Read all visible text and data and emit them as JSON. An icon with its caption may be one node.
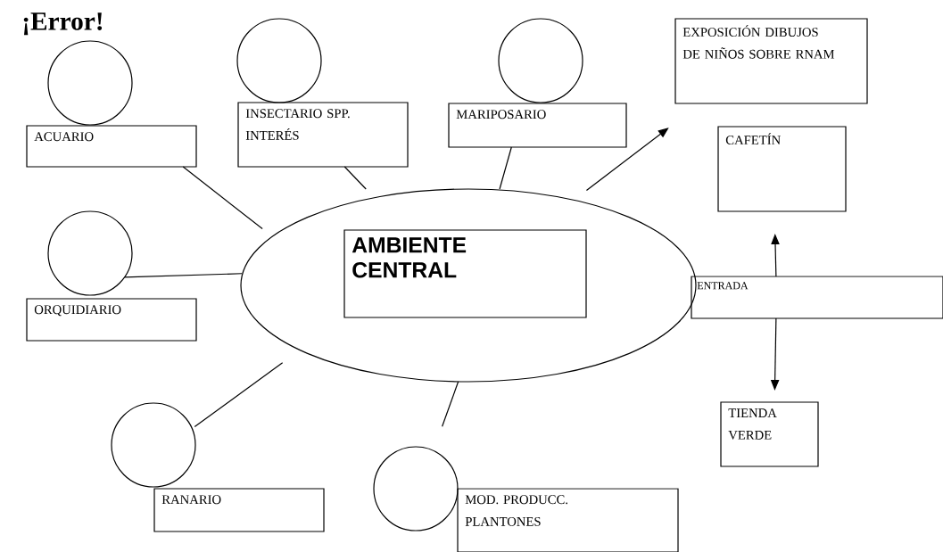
{
  "diagram": {
    "title": "¡Error!",
    "nodes": [
      {
        "text": [],
        "shape": "circle"
      },
      {
        "text": [],
        "shape": "circle"
      },
      {
        "text": [],
        "shape": "circle"
      },
      {
        "text": [
          "ACUARIO"
        ]
      },
      {
        "text": [
          "INSECTARIO SPP. INTERÉS"
        ]
      },
      {
        "text": [
          "MARIPOSARIO"
        ]
      },
      {
        "text": [
          "EXPOSICIÓN DIBUJOS DE NIÑOS SOBRE RNAM"
        ]
      },
      {
        "text": [
          "CAFETÍN"
        ]
      },
      {
        "text": [],
        "shape": "ellipse"
      },
      {
        "text": [
          "AMBIENTE CENTRAL"
        ],
        "in": 8
      },
      {
        "text": [],
        "shape": "circle"
      },
      {
        "text": [
          "ORQUIDIARIO"
        ]
      },
      {
        "text": [
          "ENTRADA"
        ]
      },
      {
        "text": [
          "TIENDA VERDE"
        ]
      },
      {
        "text": [],
        "shape": "circle"
      },
      {
        "text": [],
        "shape": "circle"
      },
      {
        "text": [
          "RANARIO"
        ]
      },
      {
        "text": [
          "MOD. PRODUCC. PLANTONES"
        ]
      }
    ],
    "edges": [
      {
        "from": 3,
        "to": 8,
        "arrow": "none"
      },
      {
        "from": 4,
        "to": 8,
        "arrow": "none"
      },
      {
        "from": 5,
        "to": 8,
        "arrow": "none"
      },
      {
        "from": 8,
        "to": 6,
        "arrow": "to"
      },
      {
        "from": 10,
        "to": 8,
        "arrow": "none"
      },
      {
        "from": 14,
        "to": 8,
        "arrow": "none"
      },
      {
        "from": 8,
        "to": 15,
        "arrow": "none"
      },
      {
        "from": 12,
        "to": 7,
        "arrow": "to"
      },
      {
        "from": 12,
        "to": 13,
        "arrow": "to"
      }
    ]
  }
}
